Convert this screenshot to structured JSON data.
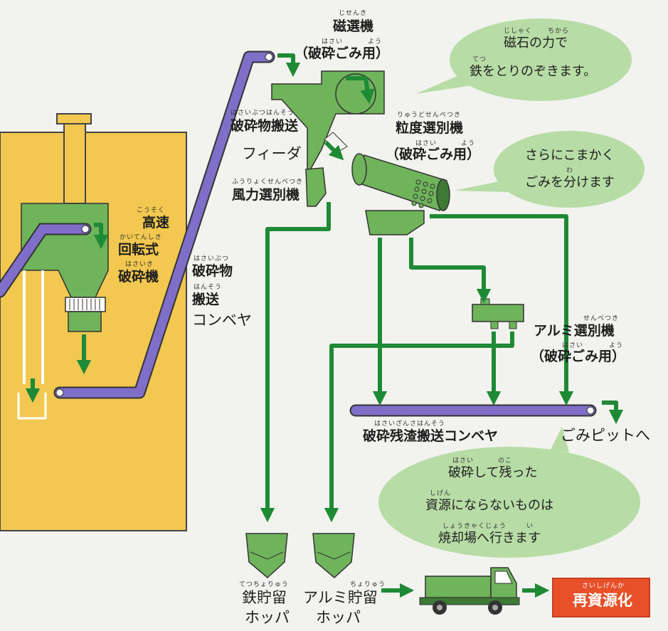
{
  "labels": {
    "magnetic": {
      "ruby": "じせんき",
      "main": "磁選機",
      "sub_ruby1": "はさい",
      "sub_ruby2": "よう",
      "sub": "（破砕ごみ用）"
    },
    "bubble_iron": {
      "r1": "じしゃく",
      "r2": "ちから",
      "line1": "磁石の力で",
      "r3": "てつ",
      "line2": "鉄をとりのぞきます。"
    },
    "crushed_feeder": {
      "ruby": "はさいぶつはんそう",
      "line1": "破砕物搬送",
      "line2": "フィーダ"
    },
    "granular": {
      "ruby": "りゅうどせんべつき",
      "main": "粒度選別機",
      "sub_ruby1": "はさい",
      "sub_ruby2": "よう",
      "sub": "（破砕ごみ用）"
    },
    "bubble_fine": {
      "line1": "さらにこまかく",
      "r1": "わ",
      "line2": "ごみを分けます"
    },
    "wind": {
      "ruby": "ふうりょくせんべつき",
      "main": "風力選別機"
    },
    "crusher": {
      "r1": "こうそく",
      "line1": "高速",
      "r2": "かいてんしき",
      "line2": "回転式",
      "r3": "はさいき",
      "line3": "破砕機"
    },
    "conveyor": {
      "r1": "はさいぶつ",
      "line1": "破砕物",
      "r2": "はんそう",
      "line2": "搬送",
      "line3": "コンベヤ"
    },
    "aluminum_sep": {
      "ruby": "せんべつき",
      "main": "アルミ選別機",
      "sub_ruby1": "はさい",
      "sub_ruby2": "よう",
      "sub": "（破砕ごみ用）"
    },
    "residue": {
      "ruby": "はさいざんさはんそう",
      "main": "破砕残渣搬送コンベヤ"
    },
    "to_pit": {
      "main": "ごみピットへ"
    },
    "bubble_residue": {
      "r1": "はさい",
      "r2": "のこ",
      "line1": "破砕して残った",
      "r3": "しげん",
      "line2": "資源にならないものは",
      "r4": "しょうきゃくじょう",
      "r5": "い",
      "line3": "焼却場へ行きます"
    },
    "iron_hopper": {
      "ruby": "てつちょりゅう",
      "line1": "鉄貯留",
      "line2": "ホッパ"
    },
    "al_hopper": {
      "ruby": "ちょりゅう",
      "line1": "アルミ貯留",
      "line2": "ホッパ"
    },
    "recycle": {
      "ruby": "さいしげんか",
      "main": "再資源化"
    }
  },
  "colors": {
    "building": "#f2c850",
    "machine": "#6fb35a",
    "machine_dark": "#3c7a35",
    "conveyor": "#7f6fc8",
    "arrow": "#1f8a35",
    "bubble": "#b7dca6",
    "badge": "#e8502a"
  },
  "icons": [
    "truck-icon",
    "magnet-drum-icon",
    "hopper-icon"
  ]
}
